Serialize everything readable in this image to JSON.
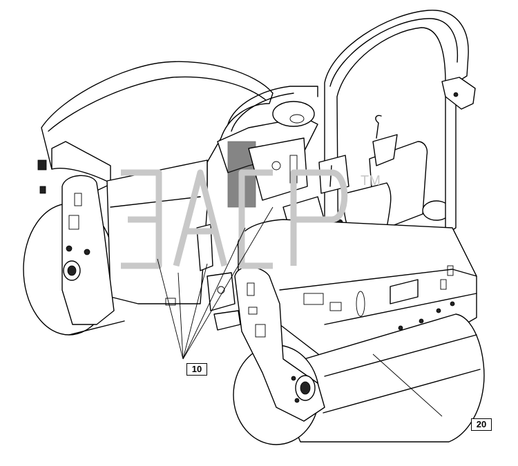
{
  "callouts": {
    "left": "10",
    "right": "20"
  },
  "watermark": {
    "text": "ЭЛСР",
    "mark": "TM"
  },
  "colors": {
    "ink": "#000000",
    "watermark": "#c8c8c8",
    "background": "#ffffff"
  }
}
